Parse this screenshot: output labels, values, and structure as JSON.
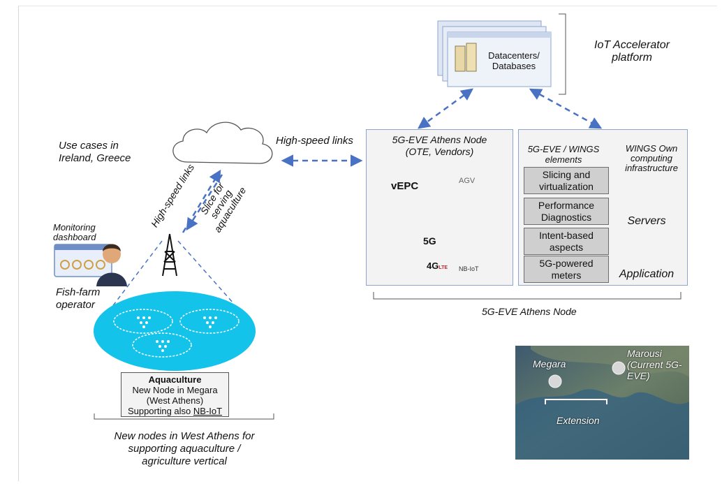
{
  "top": {
    "datacenter_label": "Datacenters/ Databases",
    "platform_label": "IoT Accelerator platform"
  },
  "left": {
    "use_cases": "Use cases in Ireland, Greece",
    "high_speed_links_vertical": "High-speed links",
    "slice_label": "Slice for serving aquaculture",
    "monitoring_label": "Monitoring dashboard",
    "operator_label": "Fish-farm operator",
    "aquaculture_title": "Aquaculture",
    "aquaculture_line1": "New Node in Megara",
    "aquaculture_line2": "(West Athens)",
    "aquaculture_line3_prefix": "Supporting also ",
    "aquaculture_line3_link": "NB-IoT",
    "new_nodes_caption": "New nodes in West Athens for supporting aquaculture / agriculture vertical"
  },
  "middle": {
    "high_speed_links": "High-speed links"
  },
  "athens_node": {
    "title_line1": "5G-EVE Athens Node",
    "title_line2": "(OTE, Vendors)",
    "vepc_label": "vEPC",
    "agv_label": "AGV",
    "label_5g": "5G",
    "label_4g": "4G",
    "label_lte": "LTE",
    "nbiot_label": "NB-IoT",
    "bottom_caption": "5G-EVE Athens Node"
  },
  "wings": {
    "elements_title": "5G-EVE / WINGS elements",
    "own_title": "WINGS Own computing infrastructure",
    "items": [
      "Slicing and virtualization",
      "Performance Diagnostics",
      "Intent-based aspects",
      "5G-powered meters"
    ],
    "servers_label": "Servers",
    "application_label": "Application"
  },
  "map": {
    "megara_label": "Megara",
    "marousi_label": "Marousi (Current 5G-EVE)",
    "extension_label": "Extension"
  },
  "colors": {
    "arrow_blue": "#4a72c4",
    "box_border": "#8ea4cf",
    "panel_bg": "#f3f3f3",
    "pond_cyan": "#14c3ea"
  }
}
